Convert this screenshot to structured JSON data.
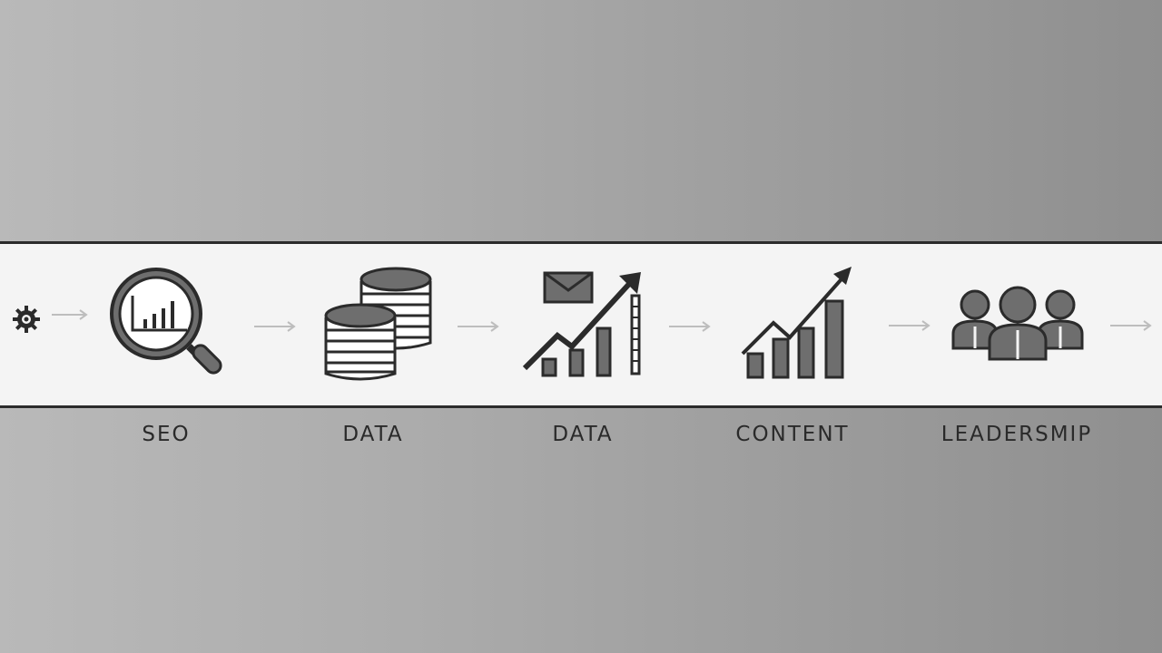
{
  "steps": [
    {
      "label": "SEO",
      "icon": "magnifier-chart-icon"
    },
    {
      "label": "DATA",
      "icon": "database-icon"
    },
    {
      "label": "DATA",
      "icon": "growth-chart-envelope-icon"
    },
    {
      "label": "CONTENT",
      "icon": "trend-chart-icon"
    },
    {
      "label": "LEADERSMIP",
      "icon": "team-icon"
    }
  ],
  "start_icon": "gear-icon",
  "connector_icon": "arrow-right-icon",
  "colors": {
    "band": "#f4f4f4",
    "stroke": "#2b2b2b",
    "fill": "#6e6e6e",
    "arrow": "#bdbdbd"
  }
}
